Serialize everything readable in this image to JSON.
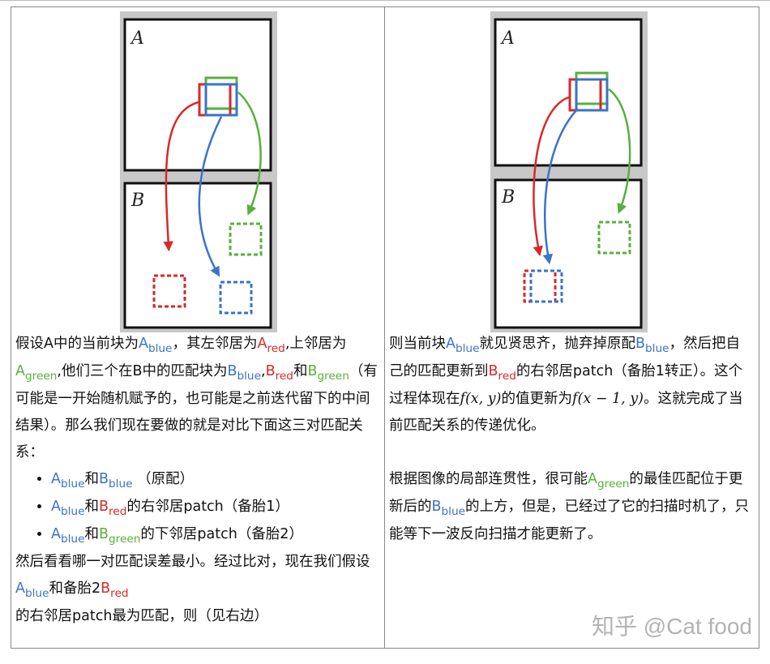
{
  "left": {
    "figure": {
      "label_a": "A",
      "label_b": "B"
    },
    "para1": {
      "t1": "假设A中的当前块为",
      "a": "A",
      "a_sub": "blue",
      "t2": "，其左邻居为",
      "r": "A",
      "r_sub": "red",
      "t3": ",上邻居为",
      "g": "A",
      "g_sub": "green",
      "t4": ",他们三个在B中的匹配块为",
      "b1": "B",
      "b1_sub": "blue",
      "c1": ",",
      "b2": "B",
      "b2_sub": "red",
      "t5": "和",
      "b3": "B",
      "b3_sub": "green",
      "t6": "（有可能是一开始随机赋予的，也可能是之前迭代留下的中间结果）。那么我们现在要做的就是对比下面这三对匹配关系："
    },
    "items": [
      {
        "a": "A",
        "a_sub": "blue",
        "mid": "和",
        "b": "B",
        "b_sub": "blue",
        "rest": "（原配）"
      },
      {
        "a": "A",
        "a_sub": "blue",
        "mid": "和",
        "b": "B",
        "b_sub": "red",
        "rest": "的右邻居patch（备胎1）"
      },
      {
        "a": "A",
        "a_sub": "blue",
        "mid": "和",
        "b": "B",
        "b_sub": "green",
        "rest": "的下邻居patch（备胎2）"
      }
    ],
    "para2": {
      "t1": "然后看看哪一对匹配误差最小。经过比对，现在我们假设",
      "a": "A",
      "a_sub": "blue",
      "t2": "和备胎2",
      "b": "B",
      "b_sub": "red",
      "t3": "的右邻居patch最为匹配，则（见右边）"
    }
  },
  "right": {
    "figure": {
      "label_a": "A",
      "label_b": "B"
    },
    "para1": {
      "t1": "则当前块",
      "a": "A",
      "a_sub": "blue",
      "t2": "就见贤思齐，抛弃掉原配",
      "b": "B",
      "b_sub": "blue",
      "t3": "，然后把自己的匹配更新到",
      "r": "B",
      "r_sub": "red",
      "t4": "的右邻居patch（备胎1转正）。这个过程体现在",
      "m1": "f(x, y)",
      "t5": "的值更新为",
      "m2": "f(x − 1, y)",
      "t6": "。这就完成了当前匹配关系的传递优化。"
    },
    "para2": {
      "t1": "根据图像的局部连贯性，很可能",
      "g": "A",
      "g_sub": "green",
      "t2": "的最佳匹配位于更新后的",
      "b": "B",
      "b_sub": "blue",
      "t3": "的上方，但是，已经过了它的扫描时机了，只能等下一波反向扫描才能更新了。"
    }
  },
  "watermark": "知乎 @Cat food",
  "colors": {
    "blue": "#3a73c9",
    "red": "#d62a2a",
    "green": "#58b03c"
  }
}
